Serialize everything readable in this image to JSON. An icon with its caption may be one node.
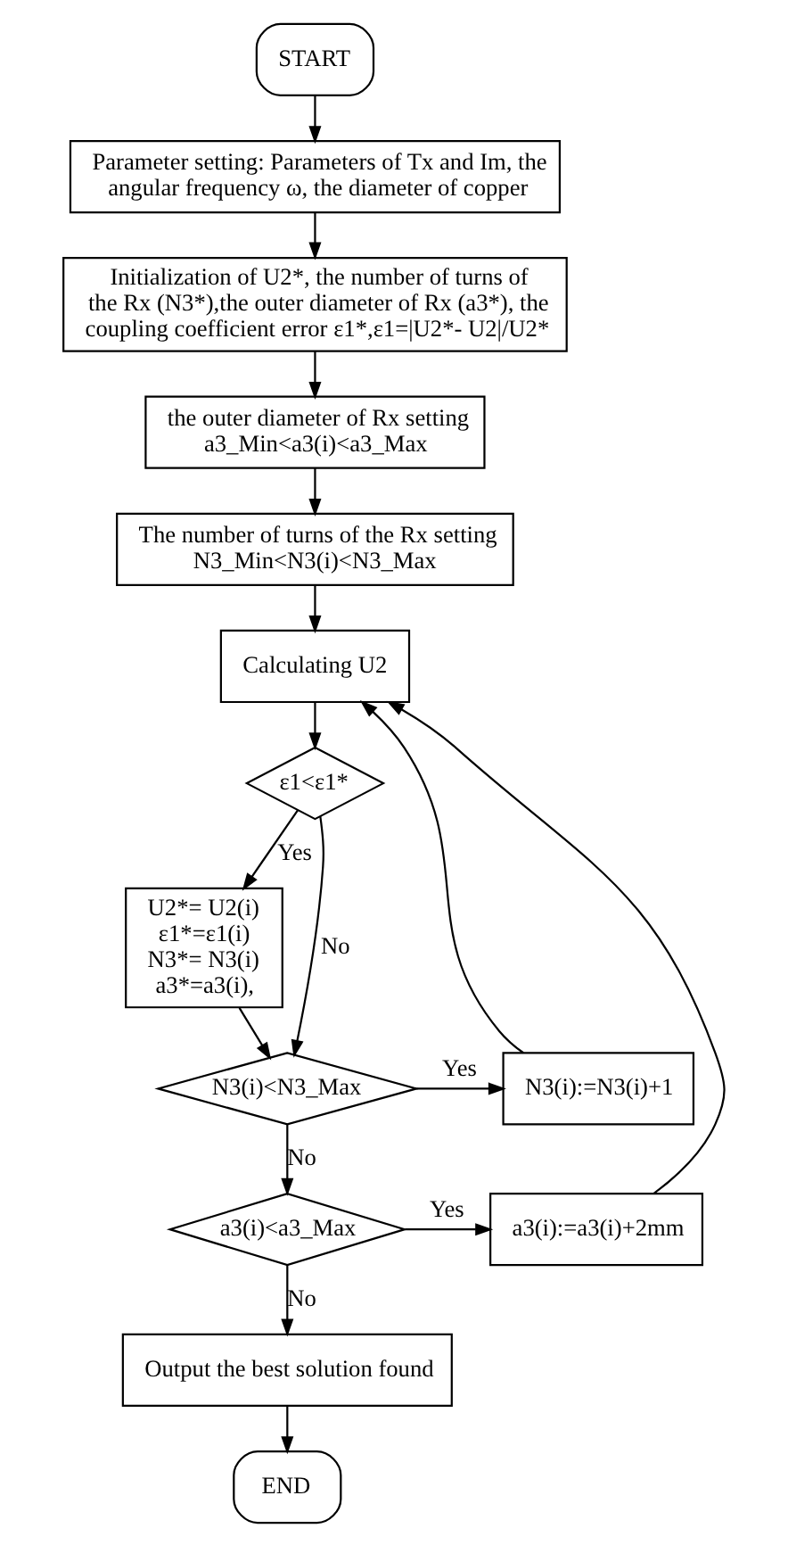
{
  "diagram": {
    "nodes": [
      {
        "text": [
          "START"
        ]
      },
      {
        "text": [
          "Parameter setting: Parameters of Tx and Im, the angular frequency ω, the diameter of copper"
        ]
      },
      {
        "text": [
          "Initialization of U2*, the number of turns of the Rx (N3*),the outer diameter of Rx (a3*), the coupling coefficient error ε1*,ε1=|U2*- U2|/U2*"
        ]
      },
      {
        "text": [
          "the outer diameter of Rx setting",
          "a3_Min<a3(i)<a3_Max"
        ]
      },
      {
        "text": [
          "The number of turns of the Rx setting",
          "N3_Min<N3(i)<N3_Max"
        ]
      },
      {
        "text": [
          "Calculating U2"
        ]
      },
      {
        "text": [
          "ε1<ε1*"
        ]
      },
      {
        "text": [
          "U2*= U2(i)",
          "ε1*=ε1(i)",
          "N3*= N3(i)",
          "a3*=a3(i),"
        ]
      },
      {
        "text": [
          "N3(i)<N3_Max"
        ]
      },
      {
        "text": [
          "N3(i):=N3(i)+1"
        ]
      },
      {
        "text": [
          "a3(i)<a3_Max"
        ]
      },
      {
        "text": [
          "a3(i):=a3(i)+2mm"
        ]
      },
      {
        "text": [
          "Output the best solution found"
        ]
      },
      {
        "text": [
          "END"
        ]
      }
    ],
    "edges": [
      {
        "from": 0,
        "to": 1,
        "arrow": "to"
      },
      {
        "from": 1,
        "to": 2,
        "arrow": "to"
      },
      {
        "from": 2,
        "to": 3,
        "arrow": "to"
      },
      {
        "from": 3,
        "to": 4,
        "arrow": "to"
      },
      {
        "from": 4,
        "to": 5,
        "arrow": "to"
      },
      {
        "from": 5,
        "to": 6,
        "arrow": "to"
      },
      {
        "from": 6,
        "to": 7,
        "arrow": "to",
        "label": "Yes"
      },
      {
        "from": 6,
        "to": 8,
        "arrow": "to",
        "label": "No"
      },
      {
        "from": 7,
        "to": 8,
        "arrow": "to"
      },
      {
        "from": 8,
        "to": 9,
        "arrow": "to",
        "label": "Yes"
      },
      {
        "from": 9,
        "to": 5,
        "arrow": "to"
      },
      {
        "from": 8,
        "to": 10,
        "arrow": "to",
        "label": "No"
      },
      {
        "from": 10,
        "to": 11,
        "arrow": "to",
        "label": "Yes"
      },
      {
        "from": 11,
        "to": 5,
        "arrow": "to"
      },
      {
        "from": 10,
        "to": 12,
        "arrow": "to",
        "label": "No"
      },
      {
        "from": 12,
        "to": 13,
        "arrow": "to"
      }
    ]
  }
}
